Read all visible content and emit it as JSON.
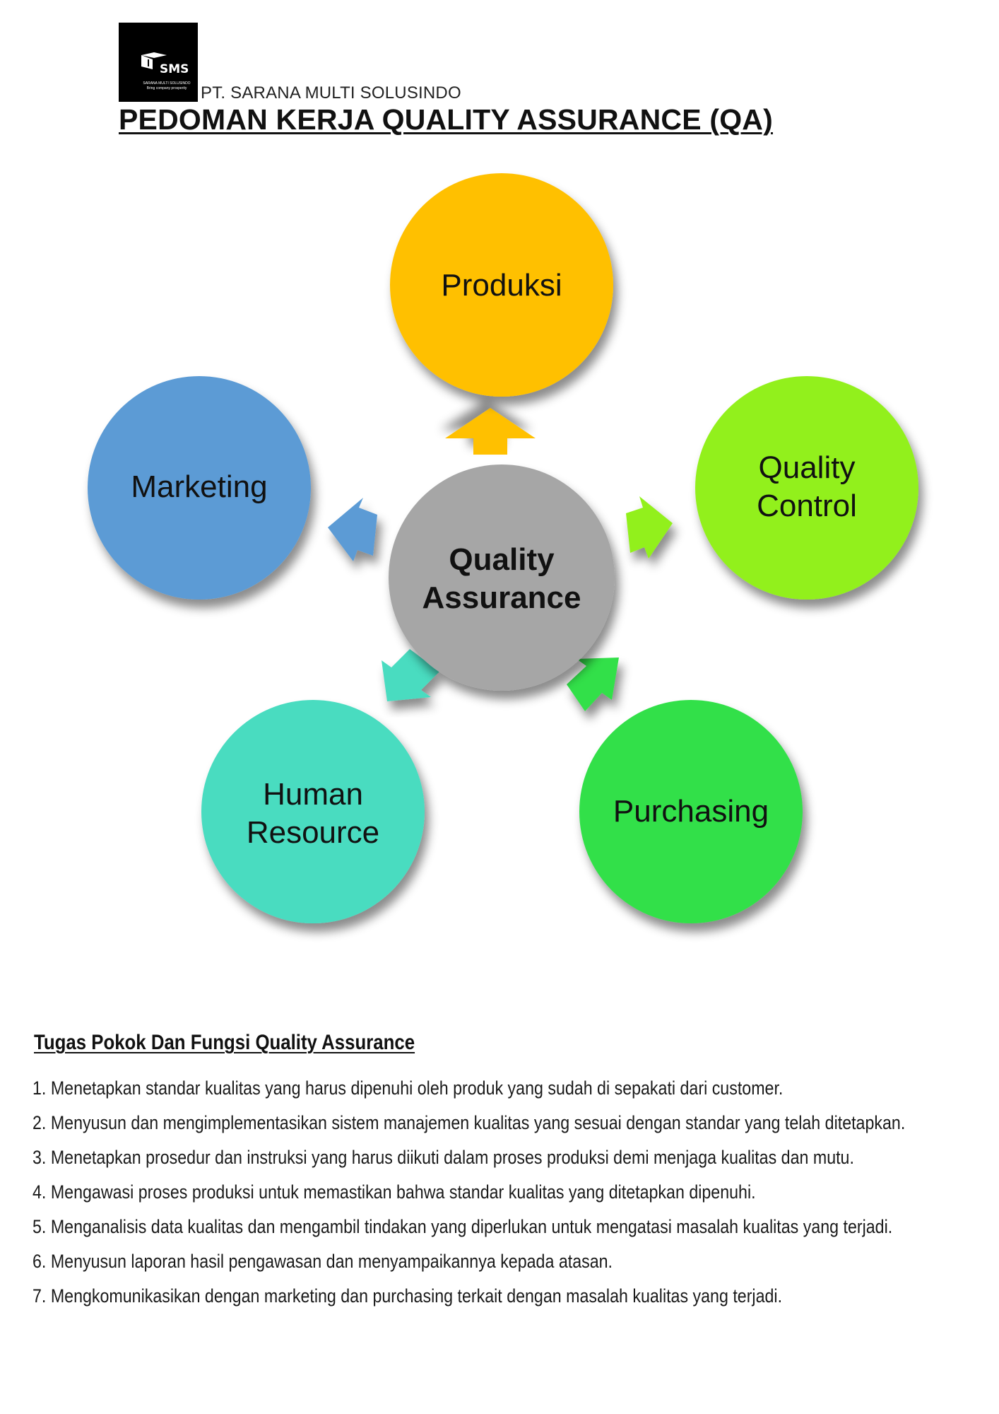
{
  "header": {
    "logo_text": "SMS",
    "logo_subtext": "SARANA MULTI SOLUSINDO",
    "logo_tagline": "Bring company prosperity",
    "company_name": "PT. SARANA MULTI SOLUSINDO",
    "title": "PEDOMAN KERJA QUALITY ASSURANCE (QA)"
  },
  "diagram": {
    "center": {
      "line1": "Quality",
      "line2": "Assurance",
      "color": "#a6a6a6"
    },
    "nodes": [
      {
        "id": "produksi",
        "line1": "Produksi",
        "line2": "",
        "color": "#ffc000"
      },
      {
        "id": "quality-control",
        "line1": "Quality",
        "line2": "Control",
        "color": "#92f01e"
      },
      {
        "id": "purchasing",
        "line1": "Purchasing",
        "line2": "",
        "color": "#33e04a"
      },
      {
        "id": "human-resource",
        "line1": "Human",
        "line2": "Resource",
        "color": "#48dcc0"
      },
      {
        "id": "marketing",
        "line1": "Marketing",
        "line2": "",
        "color": "#5b9bd5"
      }
    ]
  },
  "tasks": {
    "heading": "Tugas Pokok Dan Fungsi Quality Assurance",
    "items": [
      "1. Menetapkan standar kualitas yang harus dipenuhi oleh produk yang sudah di sepakati dari customer.",
      "2. Menyusun dan mengimplementasikan sistem manajemen kualitas yang sesuai dengan standar yang telah ditetapkan.",
      "3. Menetapkan prosedur dan instruksi yang harus diikuti dalam proses produksi demi menjaga kualitas dan mutu.",
      "4. Mengawasi proses produksi untuk memastikan bahwa standar kualitas yang ditetapkan dipenuhi.",
      "5. Menganalisis data kualitas dan mengambil tindakan yang diperlukan untuk mengatasi masalah kualitas yang terjadi.",
      "6. Menyusun laporan hasil pengawasan dan menyampaikannya kepada atasan.",
      "7. Mengkomunikasikan dengan marketing dan purchasing terkait dengan masalah kualitas yang terjadi."
    ]
  }
}
